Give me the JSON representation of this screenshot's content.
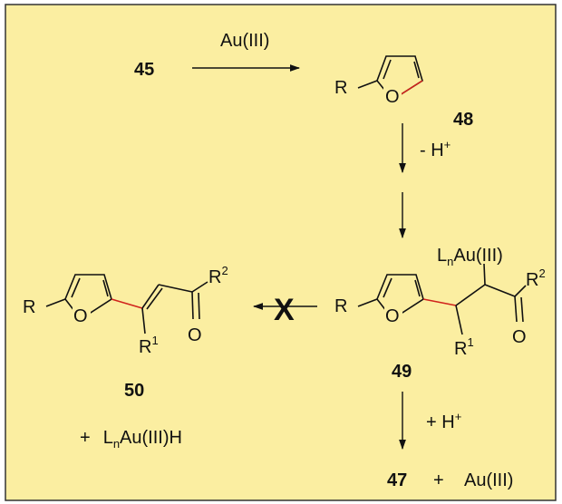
{
  "panel": {
    "background": "#fbeea1",
    "border": "#333333",
    "link_bond_color": "#d0231c"
  },
  "compounds": {
    "c45": "45",
    "c48": "48",
    "c49": "49",
    "c50": "50",
    "c47": "47"
  },
  "reagents": {
    "au3": "Au(III)",
    "minus_h_prefix": "- H",
    "plus_h_prefix": "+ H",
    "h_charge": "+",
    "plus": "+",
    "lnau_h": {
      "L": "L",
      "n": "n",
      "rest": "Au(III)H"
    },
    "lnau": {
      "L": "L",
      "n": "n",
      "rest": "Au(III)"
    }
  },
  "atoms": {
    "R": "R",
    "O": "O",
    "R1_base": "R",
    "R1_sup": "1",
    "R2_base": "R",
    "R2_sup": "2"
  },
  "blocked_mark": "X"
}
